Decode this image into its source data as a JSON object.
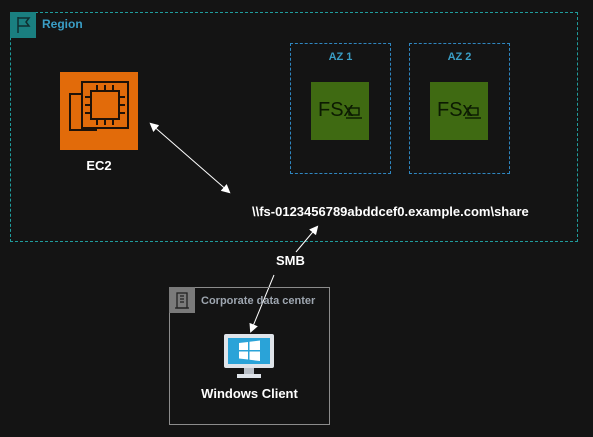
{
  "region": {
    "label": "Region",
    "icon": "flag-icon",
    "color": "#1f9c9c"
  },
  "availability_zones": [
    {
      "label": "AZ 1",
      "service_icon": "fsx-icon"
    },
    {
      "label": "AZ 2",
      "service_icon": "fsx-icon"
    }
  ],
  "ec2": {
    "label": "EC2",
    "icon": "ec2-chip-icon",
    "color": "#e26b0a"
  },
  "fsx": {
    "icon_text": "FSx",
    "color": "#3f6a12"
  },
  "share": {
    "path": "\\\\fs-0123456789abddcef0.example.com\\share"
  },
  "connection": {
    "protocol": "SMB"
  },
  "corporate": {
    "label": "Corporate data center",
    "icon": "building-icon"
  },
  "client": {
    "label": "Windows Client",
    "icon": "windows-monitor-icon"
  }
}
